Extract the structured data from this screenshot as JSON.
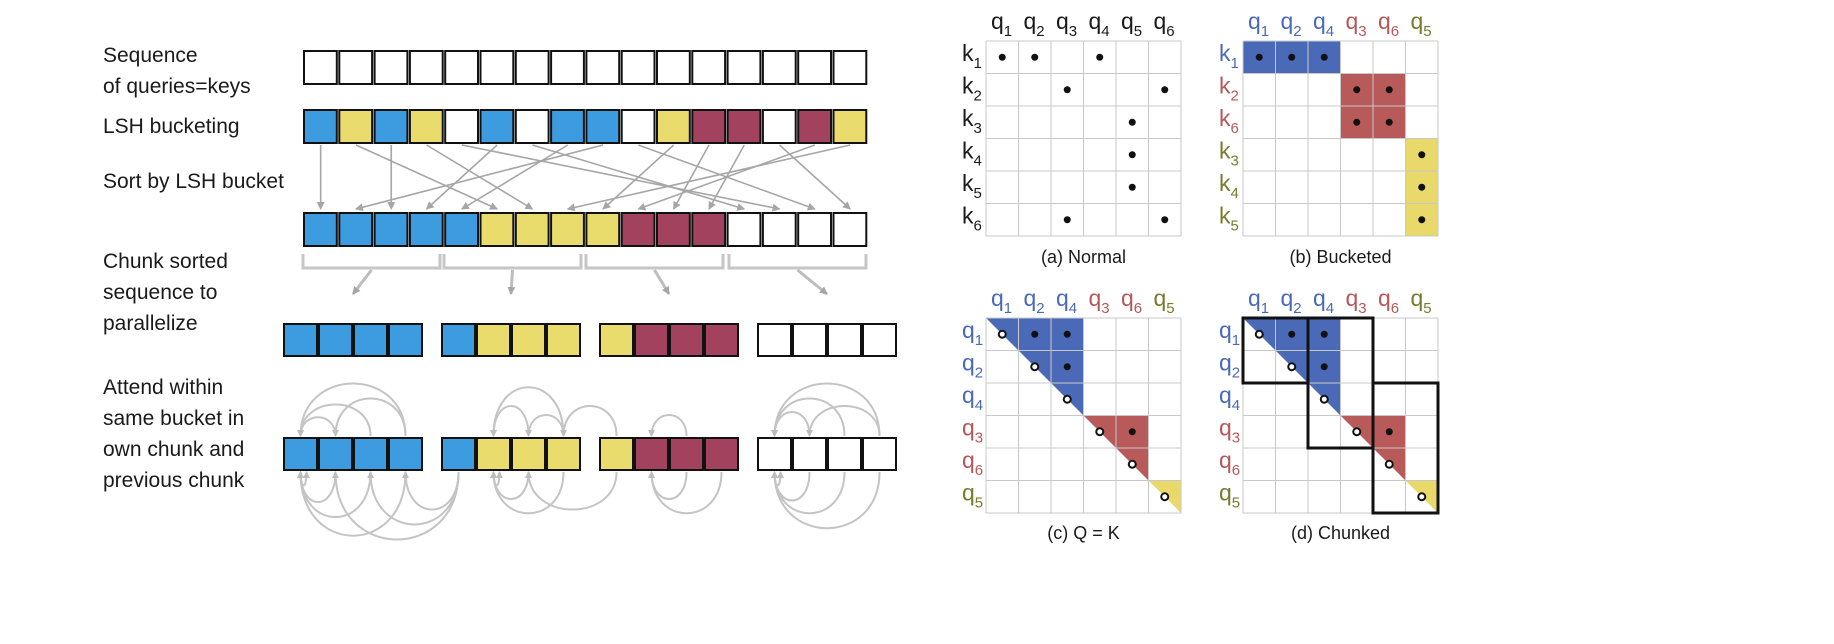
{
  "colors": {
    "blue": "#3d9be0",
    "yellow": "#e9dc6c",
    "red": "#a3425e",
    "white": "#ffffff",
    "matrix_blue": "#4a6ab8",
    "matrix_red": "#b85a5a",
    "matrix_yellow": "#e8d96a",
    "label_blue": "#4a6ab8",
    "label_red": "#b5585a",
    "label_olive": "#7a7a2e",
    "arrow_gray": "#a6a6a6",
    "grid_gray": "#c8c8c8"
  },
  "labels": {
    "step1_line1": "Sequence",
    "step1_line2": "of queries=keys",
    "step2": "LSH bucketing",
    "step3": "Sort by LSH bucket",
    "step4_line1": "Chunk sorted",
    "step4_line2": "sequence to",
    "step4_line3": "parallelize",
    "step5_line1": "Attend within",
    "step5_line2": "same bucket in",
    "step5_line3": "own chunk and",
    "step5_line4": "previous chunk"
  },
  "sequence": {
    "original": [
      "white",
      "white",
      "white",
      "white",
      "white",
      "white",
      "white",
      "white",
      "white",
      "white",
      "white",
      "white",
      "white",
      "white",
      "white",
      "white"
    ],
    "bucketed": [
      "blue",
      "yellow",
      "blue",
      "yellow",
      "white",
      "blue",
      "white",
      "blue",
      "blue",
      "white",
      "yellow",
      "red",
      "red",
      "white",
      "red",
      "yellow"
    ],
    "sorted": [
      "blue",
      "blue",
      "blue",
      "blue",
      "blue",
      "yellow",
      "yellow",
      "yellow",
      "yellow",
      "red",
      "red",
      "red",
      "white",
      "white",
      "white",
      "white"
    ],
    "sort_mapping": [
      [
        0,
        0
      ],
      [
        2,
        2
      ],
      [
        5,
        3
      ],
      [
        7,
        4
      ],
      [
        8,
        1
      ],
      [
        1,
        5
      ],
      [
        3,
        6
      ],
      [
        10,
        8
      ],
      [
        15,
        7
      ],
      [
        11,
        10
      ],
      [
        12,
        11
      ],
      [
        14,
        9
      ],
      [
        4,
        13
      ],
      [
        6,
        12
      ],
      [
        9,
        14
      ],
      [
        13,
        15
      ]
    ],
    "chunks": [
      [
        "blue",
        "blue",
        "blue",
        "blue"
      ],
      [
        "blue",
        "yellow",
        "yellow",
        "yellow"
      ],
      [
        "yellow",
        "red",
        "red",
        "red"
      ],
      [
        "white",
        "white",
        "white",
        "white"
      ]
    ]
  },
  "matrices": [
    {
      "caption": "(a) Normal",
      "cols": [
        "1",
        "2",
        "3",
        "4",
        "5",
        "6"
      ],
      "rows": [
        "1",
        "2",
        "3",
        "4",
        "5",
        "6"
      ],
      "col_colors": [
        "#1a1a1a",
        "#1a1a1a",
        "#1a1a1a",
        "#1a1a1a",
        "#1a1a1a",
        "#1a1a1a"
      ],
      "row_colors": [
        "#1a1a1a",
        "#1a1a1a",
        "#1a1a1a",
        "#1a1a1a",
        "#1a1a1a",
        "#1a1a1a"
      ],
      "row_letter": "k",
      "fills": [],
      "dots": [
        [
          0,
          0
        ],
        [
          0,
          1
        ],
        [
          0,
          3
        ],
        [
          1,
          2
        ],
        [
          1,
          5
        ],
        [
          2,
          4
        ],
        [
          3,
          4
        ],
        [
          4,
          4
        ],
        [
          5,
          2
        ],
        [
          5,
          5
        ]
      ],
      "hollow_dots": [],
      "boxes": []
    },
    {
      "caption": "(b) Bucketed",
      "cols": [
        "1",
        "2",
        "4",
        "3",
        "6",
        "5"
      ],
      "rows": [
        "1",
        "2",
        "6",
        "3",
        "4",
        "5"
      ],
      "col_colors": [
        "#4a6ab8",
        "#4a6ab8",
        "#4a6ab8",
        "#b5585a",
        "#b5585a",
        "#7a7a2e"
      ],
      "row_colors": [
        "#4a6ab8",
        "#b5585a",
        "#b5585a",
        "#7a7a2e",
        "#7a7a2e",
        "#7a7a2e"
      ],
      "row_letter": "k",
      "fills": [
        {
          "shape": "rect",
          "r0": 0,
          "c0": 0,
          "r1": 0,
          "c1": 2,
          "color": "blue"
        },
        {
          "shape": "rect",
          "r0": 1,
          "c0": 3,
          "r1": 2,
          "c1": 4,
          "color": "red"
        },
        {
          "shape": "rect",
          "r0": 3,
          "c0": 5,
          "r1": 5,
          "c1": 5,
          "color": "yellow"
        }
      ],
      "dots": [
        [
          0,
          0
        ],
        [
          0,
          1
        ],
        [
          0,
          2
        ],
        [
          1,
          3
        ],
        [
          1,
          4
        ],
        [
          2,
          3
        ],
        [
          2,
          4
        ],
        [
          3,
          5
        ],
        [
          4,
          5
        ],
        [
          5,
          5
        ]
      ],
      "hollow_dots": [],
      "boxes": []
    },
    {
      "caption": "(c) Q = K",
      "cols": [
        "1",
        "2",
        "4",
        "3",
        "6",
        "5"
      ],
      "rows": [
        "1",
        "2",
        "4",
        "3",
        "6",
        "5"
      ],
      "col_colors": [
        "#4a6ab8",
        "#4a6ab8",
        "#4a6ab8",
        "#b5585a",
        "#b5585a",
        "#7a7a2e"
      ],
      "row_colors": [
        "#4a6ab8",
        "#4a6ab8",
        "#4a6ab8",
        "#b5585a",
        "#b5585a",
        "#7a7a2e"
      ],
      "row_letter": "q",
      "fills": [
        {
          "shape": "tri",
          "start": 0,
          "end": 2,
          "color": "blue"
        },
        {
          "shape": "tri",
          "start": 3,
          "end": 4,
          "color": "red"
        },
        {
          "shape": "tri",
          "start": 5,
          "end": 5,
          "color": "yellow"
        }
      ],
      "dots": [
        [
          0,
          1
        ],
        [
          0,
          2
        ],
        [
          1,
          2
        ],
        [
          3,
          4
        ]
      ],
      "hollow_dots": [
        [
          0,
          0
        ],
        [
          1,
          1
        ],
        [
          2,
          2
        ],
        [
          3,
          3
        ],
        [
          4,
          4
        ],
        [
          5,
          5
        ]
      ],
      "boxes": []
    },
    {
      "caption": "(d) Chunked",
      "cols": [
        "1",
        "2",
        "4",
        "3",
        "6",
        "5"
      ],
      "rows": [
        "1",
        "2",
        "4",
        "3",
        "6",
        "5"
      ],
      "col_colors": [
        "#4a6ab8",
        "#4a6ab8",
        "#4a6ab8",
        "#b5585a",
        "#b5585a",
        "#7a7a2e"
      ],
      "row_colors": [
        "#4a6ab8",
        "#4a6ab8",
        "#4a6ab8",
        "#b5585a",
        "#b5585a",
        "#7a7a2e"
      ],
      "row_letter": "q",
      "fills": [
        {
          "shape": "tri",
          "start": 0,
          "end": 2,
          "color": "blue"
        },
        {
          "shape": "tri",
          "start": 3,
          "end": 4,
          "color": "red"
        },
        {
          "shape": "tri",
          "start": 5,
          "end": 5,
          "color": "yellow"
        }
      ],
      "dots": [
        [
          0,
          1
        ],
        [
          0,
          2
        ],
        [
          1,
          2
        ],
        [
          3,
          4
        ]
      ],
      "hollow_dots": [
        [
          0,
          0
        ],
        [
          1,
          1
        ],
        [
          2,
          2
        ],
        [
          3,
          3
        ],
        [
          4,
          4
        ],
        [
          5,
          5
        ]
      ],
      "boxes": [
        {
          "r0": 0,
          "c0": 0,
          "r1": 1,
          "c1": 1
        },
        {
          "r0": 0,
          "c0": 2,
          "r1": 3,
          "c1": 3
        },
        {
          "r0": 2,
          "c0": 4,
          "r1": 5,
          "c1": 5
        }
      ]
    }
  ]
}
